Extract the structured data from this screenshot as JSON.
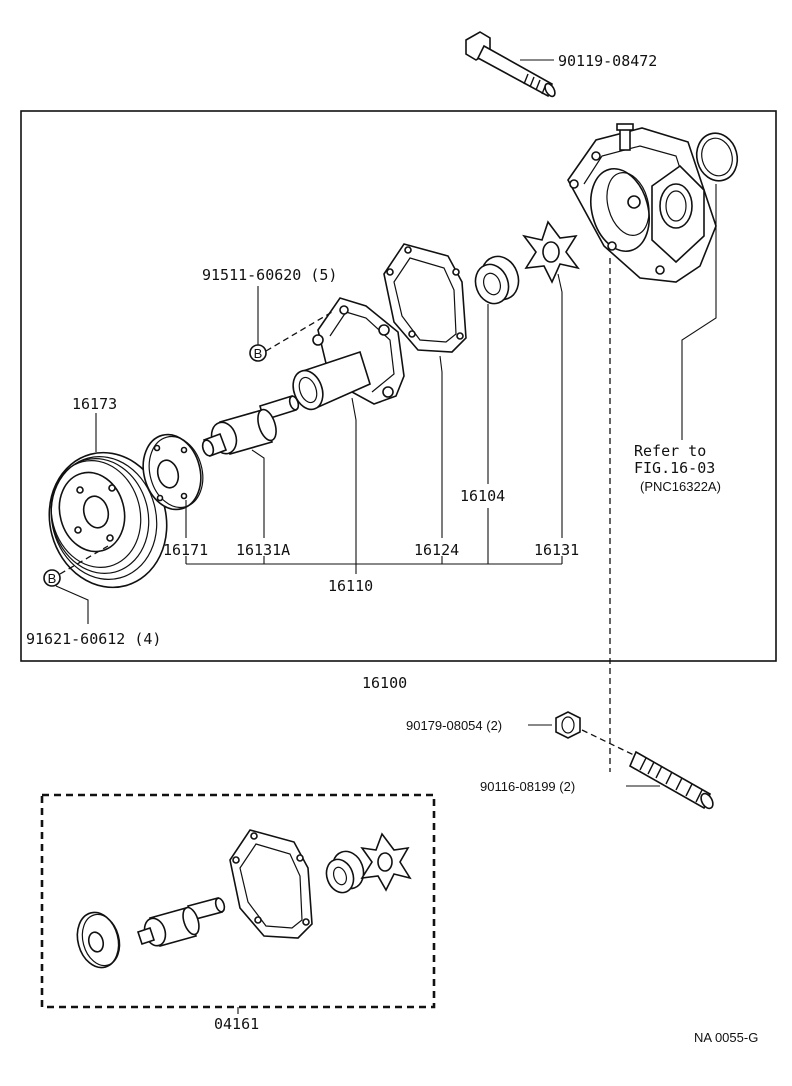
{
  "callouts": {
    "bolt_top": "90119-08472",
    "bolt_b": "91511-60620 (5)",
    "pulley": "16173",
    "flange": "16171",
    "shaft": "16131A",
    "body": "16110",
    "gasket": "16124",
    "seal": "16104",
    "impeller": "16131",
    "pulley_bolt": "91621-60612 (4)",
    "assembly": "16100",
    "nut": "90179-08054 (2)",
    "stud": "90116-08199 (2)",
    "kit": "04161"
  },
  "reference": {
    "line1": "Refer to",
    "line2": "FIG.16-03",
    "line3": "(PNC16322A)"
  },
  "marker_letter": "B",
  "footer_code": "NA 0055-G"
}
